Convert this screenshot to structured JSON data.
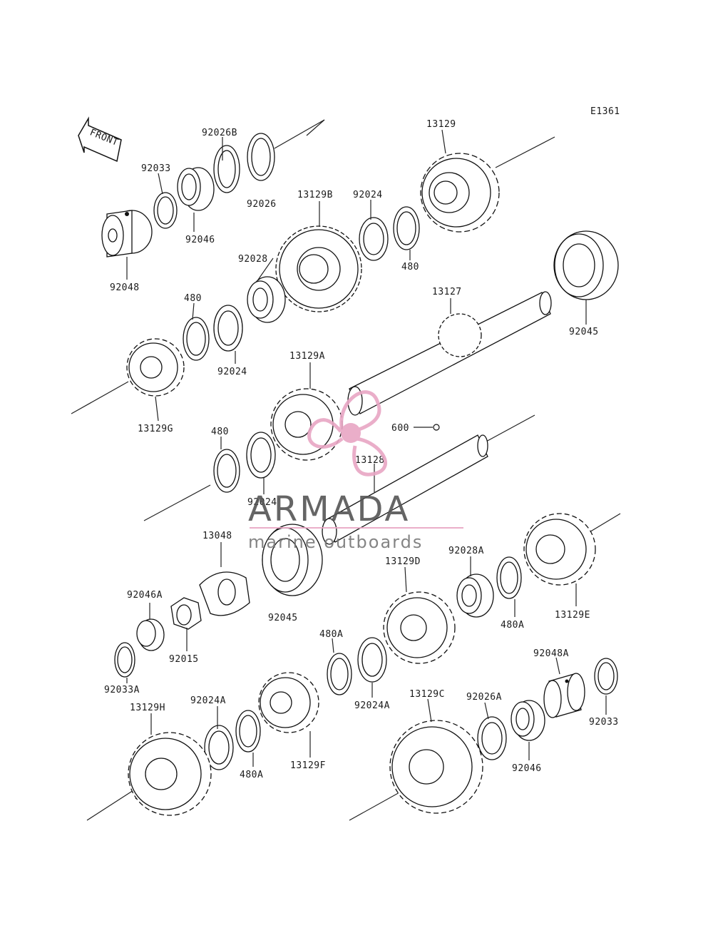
{
  "diagram_code": "E1361",
  "front_label": "FRONT",
  "watermark": {
    "brand": "ARMADA",
    "tagline": "marine outboards",
    "color_text": "#555555",
    "color_logo": "#e8a6c4"
  },
  "parts": {
    "p92026B": "92026B",
    "p92033": "92033",
    "p92026": "92026",
    "p92046": "92046",
    "p92048": "92048",
    "p13129B": "13129B",
    "p92024a": "92024",
    "p13129": "13129",
    "p480a": "480",
    "p92028": "92028",
    "p480b": "480",
    "p92024b": "92024",
    "p13127": "13127",
    "p92045a": "92045",
    "p13129G": "13129G",
    "p13129A": "13129A",
    "p480c": "480",
    "p600": "600",
    "p13128": "13128",
    "p92024c": "92024",
    "p13048": "13048",
    "p92028A": "92028A",
    "p13129D": "13129D",
    "p92046A": "92046A",
    "p480A1": "480A",
    "p13129E": "13129E",
    "p92045b": "92045",
    "p92015": "92015",
    "p480A2": "480A",
    "p92033A": "92033A",
    "p92048A": "92048A",
    "p13129H": "13129H",
    "p92024A1": "92024A",
    "p92024A2": "92024A",
    "p13129C": "13129C",
    "p92026A": "92026A",
    "p92033b": "92033",
    "p480A3": "480A",
    "p13129F": "13129F",
    "p92046b": "92046"
  }
}
